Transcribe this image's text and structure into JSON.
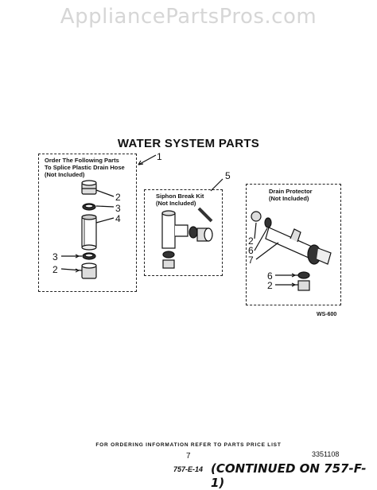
{
  "watermark": "AppliancePartsPros.com",
  "title": "WATER SYSTEM PARTS",
  "boxes": {
    "left": "Order The Following Parts\nTo Splice Plastic Drain Hose\n(Not Included)",
    "middle": "Siphon Break Kit\n(Not Included)",
    "right": "Drain Protector\n(Not Included)"
  },
  "callouts": {
    "c1": "1",
    "c2a": "2",
    "c3a": "3",
    "c4": "4",
    "c3b": "3",
    "c2b": "2",
    "c5": "5",
    "c2c": "2",
    "c6a": "6",
    "c7": "7",
    "c6b": "6",
    "c2d": "2"
  },
  "figure_code": "WS-600",
  "footer_note": "FOR ORDERING INFORMATION REFER TO PARTS PRICE LIST",
  "page_number": "7",
  "doc_number": "3351108",
  "handwritten_code": "757-E-14",
  "continued": "(CONTINUED ON 757-F-1)"
}
